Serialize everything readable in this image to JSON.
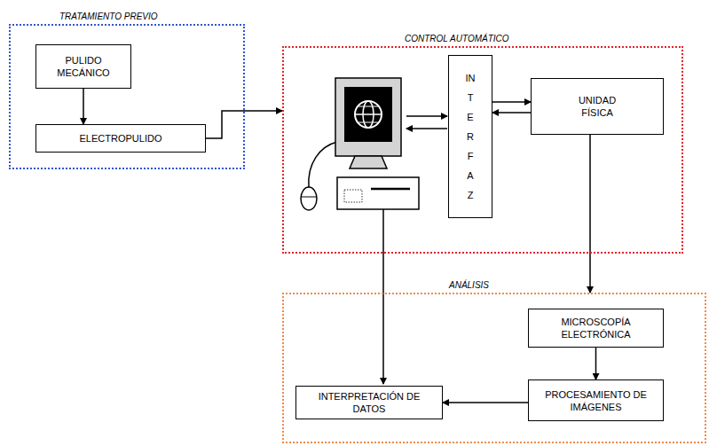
{
  "diagram": {
    "nodes": [
      {
        "text": [
          "TRATAMIENTO PREVIO"
        ]
      },
      {
        "text": [
          "PULIDO MECÁNICO"
        ],
        "in": 0
      },
      {
        "text": [
          "ELECTROPULIDO"
        ],
        "in": 0
      },
      {
        "text": [
          "CONTROL AUTOMÁTICO"
        ]
      },
      {
        "text": [
          "INTERFAZ"
        ],
        "in": 3
      },
      {
        "text": [
          "UNIDAD FÍSICA"
        ],
        "in": 3
      },
      {
        "text": [
          "ANÁLISIS"
        ]
      },
      {
        "text": [
          "MICROSCOPÍA ELECTRÓNICA"
        ],
        "in": 6
      },
      {
        "text": [
          "INTERPRETACIÓN DE DATOS"
        ],
        "in": 6
      },
      {
        "text": [
          "PROCESAMIENTO DE IMÁGENES"
        ],
        "in": 6
      }
    ],
    "edges": [
      {
        "from": 1,
        "to": 2,
        "arrow": "to"
      },
      {
        "from": 2,
        "to": 3,
        "arrow": "to"
      },
      {
        "from": 4,
        "to": 5,
        "arrow": "both"
      },
      {
        "from": 5,
        "to": 6,
        "arrow": "to"
      },
      {
        "from": 7,
        "to": 9,
        "arrow": "to"
      },
      {
        "from": 9,
        "to": 8,
        "arrow": "to"
      }
    ]
  }
}
